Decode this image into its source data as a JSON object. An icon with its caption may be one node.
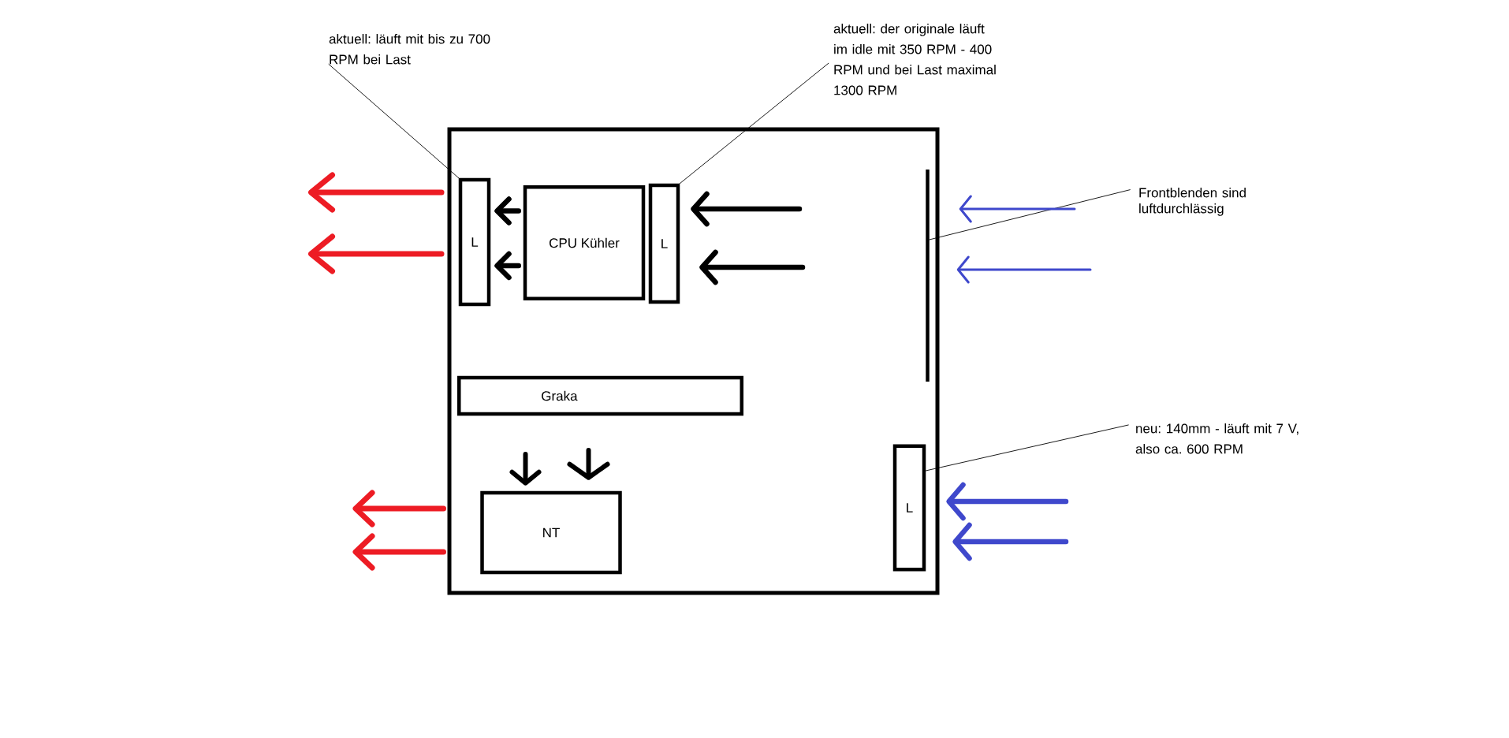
{
  "diagram": {
    "nodes": [
      {
        "text": [
          "aktuell: läuft mit bis zu 700 RPM bei Last"
        ]
      },
      {
        "text": [
          "aktuell: der originale läuft im idle mit 350 RPM - 400 RPM und bei Last maximal 1300 RPM"
        ]
      },
      {
        "text": [],
        "shape": "box"
      },
      {
        "text": [
          "L"
        ],
        "in": 2
      },
      {
        "text": [
          "CPU Kühler"
        ],
        "in": 2
      },
      {
        "text": [
          "L"
        ],
        "in": 2
      },
      {
        "text": [],
        "shape": "bar",
        "in": 2
      },
      {
        "text": [
          "Graka"
        ],
        "in": 2
      },
      {
        "text": [
          "NT"
        ],
        "in": 2
      },
      {
        "text": [
          "L"
        ],
        "in": 2
      },
      {
        "text": [
          "Frontblenden sind luftdurchlässig"
        ]
      },
      {
        "text": [
          "neu: 140mm - läuft mit 7 V, also ca. 600 RPM"
        ]
      }
    ],
    "edges": [
      {
        "from": 0,
        "to": 3,
        "arrow": "none"
      },
      {
        "from": 1,
        "to": 5,
        "arrow": "none"
      },
      {
        "from": 4,
        "to": 3,
        "arrow": "to"
      },
      {
        "from": 4,
        "to": 3,
        "arrow": "to"
      },
      {
        "from": null,
        "to": 5,
        "arrow": "to"
      },
      {
        "from": null,
        "to": 5,
        "arrow": "to"
      },
      {
        "from": 2,
        "to": null,
        "arrow": "to",
        "color": "#ed1c24"
      },
      {
        "from": 2,
        "to": null,
        "arrow": "to",
        "color": "#ed1c24"
      },
      {
        "from": 10,
        "to": 6,
        "arrow": "none"
      },
      {
        "from": null,
        "to": 6,
        "arrow": "to",
        "color": "#3f48cc"
      },
      {
        "from": null,
        "to": 6,
        "arrow": "to",
        "color": "#3f48cc"
      },
      {
        "from": null,
        "to": 8,
        "arrow": "to"
      },
      {
        "from": null,
        "to": 8,
        "arrow": "to"
      },
      {
        "from": 2,
        "to": null,
        "arrow": "to",
        "color": "#ed1c24"
      },
      {
        "from": 2,
        "to": null,
        "arrow": "to",
        "color": "#ed1c24"
      },
      {
        "from": 11,
        "to": 9,
        "arrow": "none"
      },
      {
        "from": null,
        "to": 9,
        "arrow": "to",
        "color": "#3f48cc"
      },
      {
        "from": null,
        "to": 9,
        "arrow": "to",
        "color": "#3f48cc"
      }
    ]
  }
}
